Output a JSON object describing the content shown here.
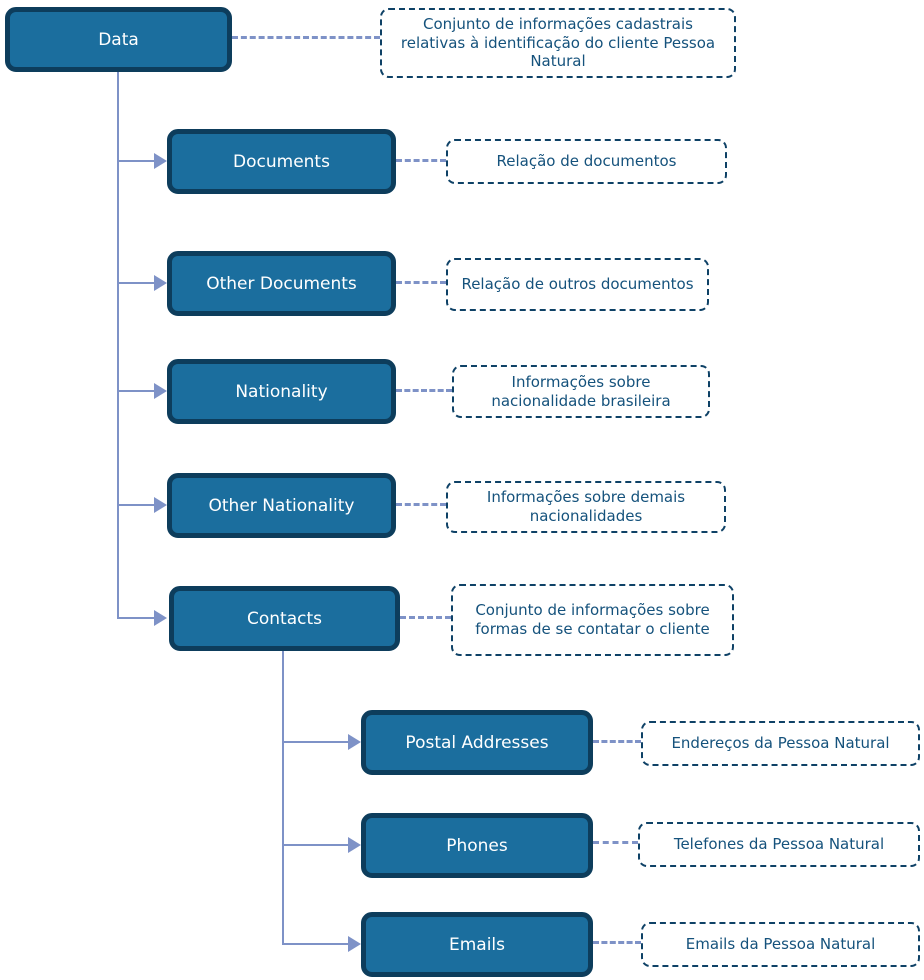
{
  "diagram": {
    "title": "Cadastro Pessoa Natural data tree",
    "palette": {
      "node_fill": "#1b6e9e",
      "node_border": "#0d3d5c",
      "node_text": "#ffffff",
      "callout_border": "#0e4166",
      "callout_text": "#15527c",
      "connector": "#7e92c7",
      "background": "#ffffff"
    },
    "root": {
      "label": "Data",
      "note": "Conjunto de informações cadastrais relativas à identificação do cliente Pessoa Natural",
      "children": [
        {
          "label": "Documents",
          "note": "Relação de documentos"
        },
        {
          "label": "Other Documents",
          "note": "Relação de outros documentos"
        },
        {
          "label": "Nationality",
          "note": "Informações sobre nacionalidade brasileira"
        },
        {
          "label": "Other Nationality",
          "note": "Informações sobre demais nacionalidades"
        },
        {
          "label": "Contacts",
          "note": "Conjunto de informações sobre formas de se contatar o cliente",
          "children": [
            {
              "label": "Postal Addresses",
              "note": "Endereços da Pessoa Natural"
            },
            {
              "label": "Phones",
              "note": "Telefones da Pessoa Natural"
            },
            {
              "label": "Emails",
              "note": "Emails da Pessoa Natural"
            }
          ]
        }
      ]
    }
  }
}
